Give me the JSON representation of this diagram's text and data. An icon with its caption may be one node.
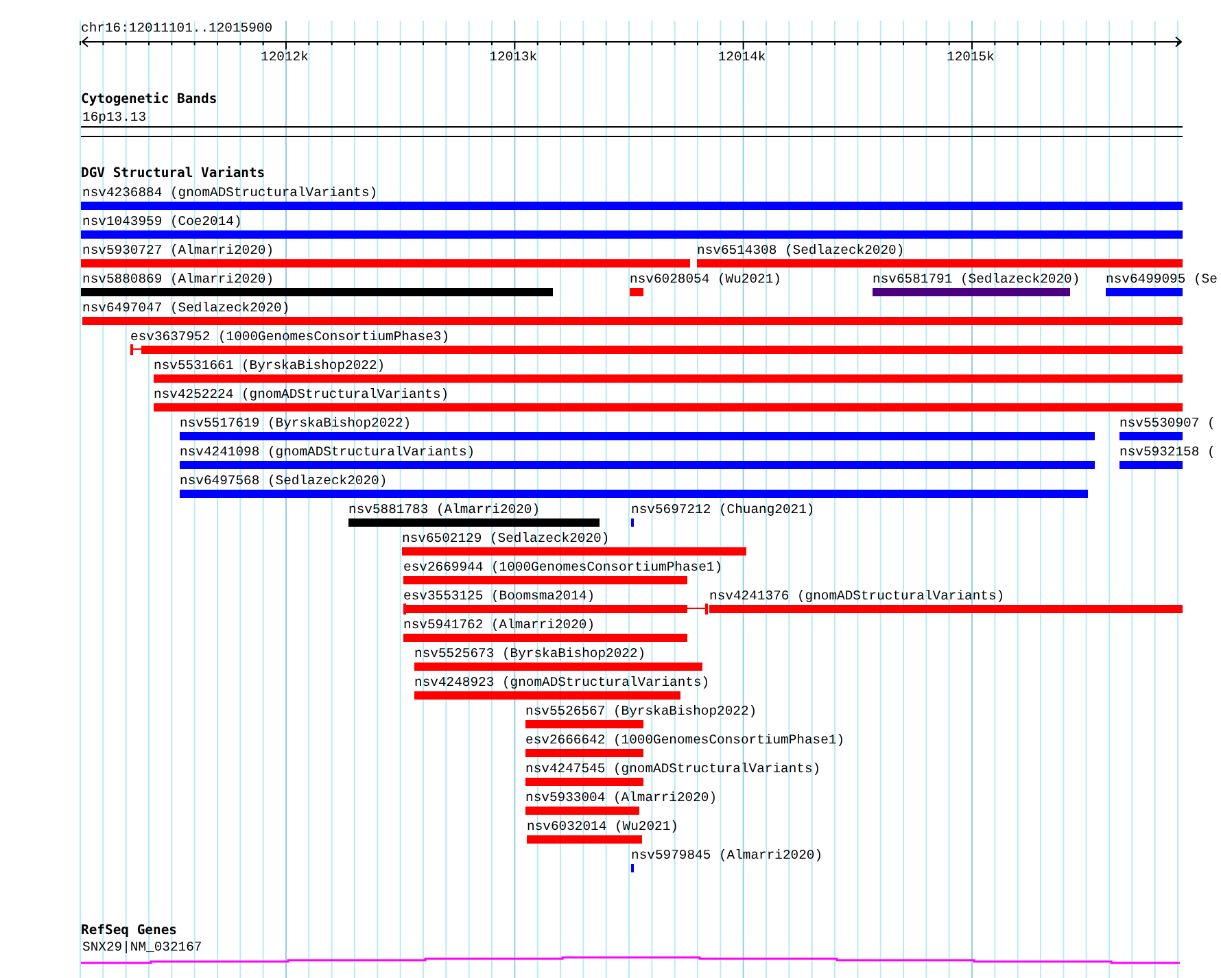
{
  "diagram": {
    "title": "chr16:12011101..12015900",
    "nodes": [
      {
        "text": [
          "nsv4236884 (gnomADStructuralVariants)"
        ]
      },
      {
        "text": [
          "nsv1043959 (Coe2014)"
        ]
      },
      {
        "text": [
          "nsv5930727 (Almarri2020)"
        ]
      },
      {
        "text": [
          "nsv6514308 (Sedlazeck2020)"
        ]
      },
      {
        "text": [
          "nsv5880869 (Almarri2020)"
        ]
      },
      {
        "text": [
          "nsv6028054 (Wu2021)"
        ]
      },
      {
        "text": [
          "nsv6581791 (Sedlazeck2020)"
        ]
      },
      {
        "text": [
          "nsv6499095 (Se"
        ]
      },
      {
        "text": [
          "nsv6497047 (Sedlazeck2020)"
        ]
      },
      {
        "text": [
          "esv3637952 (1000GenomesConsortiumPhase3)"
        ]
      },
      {
        "text": [
          "nsv5531661 (ByrskaBishop2022)"
        ]
      },
      {
        "text": [
          "nsv4252224 (gnomADStructuralVariants)"
        ]
      },
      {
        "text": [
          "nsv5517619 (ByrskaBishop2022)"
        ]
      },
      {
        "text": [
          "nsv5530907 ("
        ]
      },
      {
        "text": [
          "nsv4241098 (gnomADStructuralVariants)"
        ]
      },
      {
        "text": [
          "nsv5932158 ("
        ]
      },
      {
        "text": [
          "nsv6497568 (Sedlazeck2020)"
        ]
      },
      {
        "text": [
          "nsv5881783 (Almarri2020)"
        ]
      },
      {
        "text": [
          "nsv5697212 (Chuang2021)"
        ]
      },
      {
        "text": [
          "nsv6502129 (Sedlazeck2020)"
        ]
      },
      {
        "text": [
          "esv2669944 (1000GenomesConsortiumPhase1)"
        ]
      },
      {
        "text": [
          "esv3553125 (Boomsma2014)"
        ]
      },
      {
        "text": [
          "nsv4241376 (gnomADStructuralVariants)"
        ]
      },
      {
        "text": [
          "nsv5941762 (Almarri2020)"
        ]
      },
      {
        "text": [
          "nsv5525673 (ByrskaBishop2022)"
        ]
      },
      {
        "text": [
          "nsv4248923 (gnomADStructuralVariants)"
        ]
      },
      {
        "text": [
          "nsv5526567 (ByrskaBishop2022)"
        ]
      },
      {
        "text": [
          "esv2666642 (1000GenomesConsortiumPhase1)"
        ]
      },
      {
        "text": [
          "nsv4247545 (gnomADStructuralVariants)"
        ]
      },
      {
        "text": [
          "nsv5933004 (Almarri2020)"
        ]
      },
      {
        "text": [
          "nsv6032014 (Wu2021)"
        ]
      },
      {
        "text": [
          "nsv5979845 (Almarri2020)"
        ]
      }
    ],
    "labels": [
      "12012k",
      "12013k",
      "12014k",
      "12015k",
      "Cytogenetic Bands",
      "16p13.13",
      "DGV Structural Variants",
      "RefSeq Genes",
      "SNX29|NM_032167"
    ]
  }
}
